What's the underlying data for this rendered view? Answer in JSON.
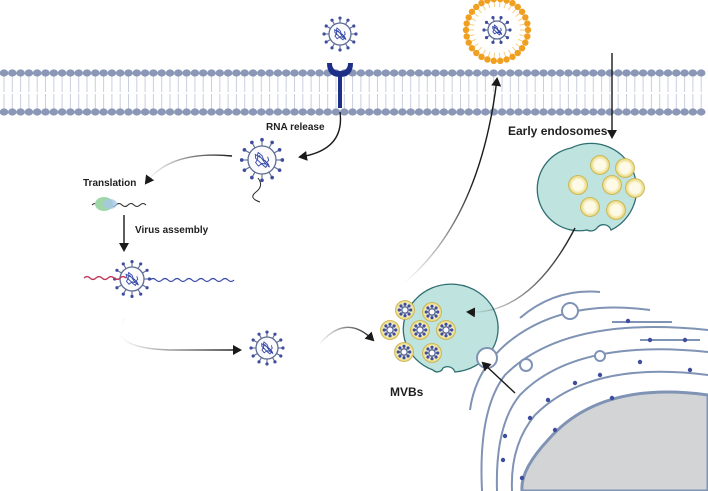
{
  "labels": {
    "rna_release": "RNA release",
    "translation": "Translation",
    "virus_assembly": "Virus assembly",
    "early_endosomes": "Early endosomes",
    "mvbs": "MVBs"
  },
  "colors": {
    "membrane_head": "#8a97b6",
    "membrane_tail": "#c9cfdf",
    "receptor": "#1d2f86",
    "virus_outline": "#5d6c95",
    "virus_spike": "#3f4d9e",
    "rna_blue": "#3447a8",
    "rna_red": "#c0395a",
    "endosome_fill": "#bfe3df",
    "endosome_stroke": "#2f6e72",
    "vesicle_yellow": "#e9d777",
    "exosome_orange": "#f0a020",
    "er_stroke": "#7f93b5",
    "nucleus_fill": "#d3d4d6",
    "arrow": "#1a1a1a"
  }
}
